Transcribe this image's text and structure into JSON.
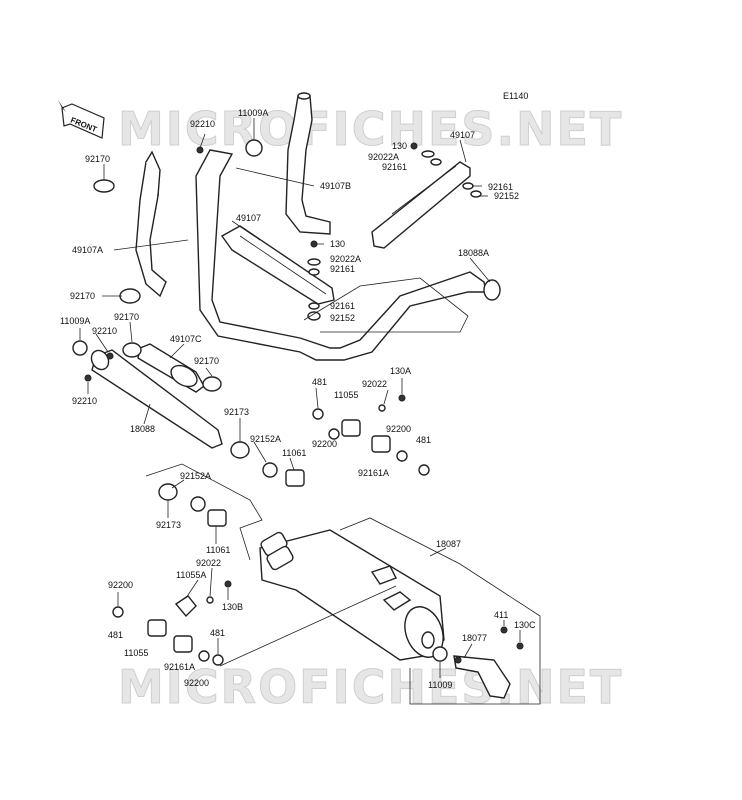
{
  "diagram_code": "E1140",
  "watermark": "MICROFICHES.NET",
  "front_label": "FRONT",
  "labels": [
    {
      "id": "l-11009A-top",
      "text": "11009A"
    },
    {
      "id": "l-92210-top",
      "text": "92210"
    },
    {
      "id": "l-92170-a",
      "text": "92170"
    },
    {
      "id": "l-49107B",
      "text": "49107B"
    },
    {
      "id": "l-49107-mid",
      "text": "49107"
    },
    {
      "id": "l-49107A",
      "text": "49107A"
    },
    {
      "id": "l-130-mid",
      "text": "130"
    },
    {
      "id": "l-92022A-mid",
      "text": "92022A"
    },
    {
      "id": "l-92161-mid",
      "text": "92161"
    },
    {
      "id": "l-92170-b",
      "text": "92170"
    },
    {
      "id": "l-92161-low",
      "text": "92161"
    },
    {
      "id": "l-92152-low",
      "text": "92152"
    },
    {
      "id": "l-130-right",
      "text": "130"
    },
    {
      "id": "l-92022A-right",
      "text": "92022A"
    },
    {
      "id": "l-92161-right",
      "text": "92161"
    },
    {
      "id": "l-49107-right",
      "text": "49107"
    },
    {
      "id": "l-92161-right2",
      "text": "92161"
    },
    {
      "id": "l-92152-right",
      "text": "92152"
    },
    {
      "id": "l-18088A",
      "text": "18088A"
    },
    {
      "id": "l-11009A-left",
      "text": "11009A"
    },
    {
      "id": "l-92210-left",
      "text": "92210"
    },
    {
      "id": "l-92170-c",
      "text": "92170"
    },
    {
      "id": "l-49107C",
      "text": "49107C"
    },
    {
      "id": "l-92170-d",
      "text": "92170"
    },
    {
      "id": "l-92210-left2",
      "text": "92210"
    },
    {
      "id": "l-18088",
      "text": "18088"
    },
    {
      "id": "l-92173-a",
      "text": "92173"
    },
    {
      "id": "l-92152A-a",
      "text": "92152A"
    },
    {
      "id": "l-11061-a",
      "text": "11061"
    },
    {
      "id": "l-481-a",
      "text": "481"
    },
    {
      "id": "l-92022-a",
      "text": "92022"
    },
    {
      "id": "l-130A",
      "text": "130A"
    },
    {
      "id": "l-11055-a",
      "text": "11055"
    },
    {
      "id": "l-92200-a",
      "text": "92200"
    },
    {
      "id": "l-92200-b",
      "text": "92200"
    },
    {
      "id": "l-481-b",
      "text": "481"
    },
    {
      "id": "l-92161A-a",
      "text": "92161A"
    },
    {
      "id": "l-92152A-b",
      "text": "92152A"
    },
    {
      "id": "l-92173-b",
      "text": "92173"
    },
    {
      "id": "l-11061-b",
      "text": "11061"
    },
    {
      "id": "l-18087",
      "text": "18087"
    },
    {
      "id": "l-92022-b",
      "text": "92022"
    },
    {
      "id": "l-11055A",
      "text": "11055A"
    },
    {
      "id": "l-130B",
      "text": "130B"
    },
    {
      "id": "l-92200-c",
      "text": "92200"
    },
    {
      "id": "l-481-c",
      "text": "481"
    },
    {
      "id": "l-11055-b",
      "text": "11055"
    },
    {
      "id": "l-92161A-b",
      "text": "92161A"
    },
    {
      "id": "l-481-d",
      "text": "481"
    },
    {
      "id": "l-92200-d",
      "text": "92200"
    },
    {
      "id": "l-411",
      "text": "411"
    },
    {
      "id": "l-130C",
      "text": "130C"
    },
    {
      "id": "l-18077",
      "text": "18077"
    },
    {
      "id": "l-11009",
      "text": "11009"
    }
  ]
}
